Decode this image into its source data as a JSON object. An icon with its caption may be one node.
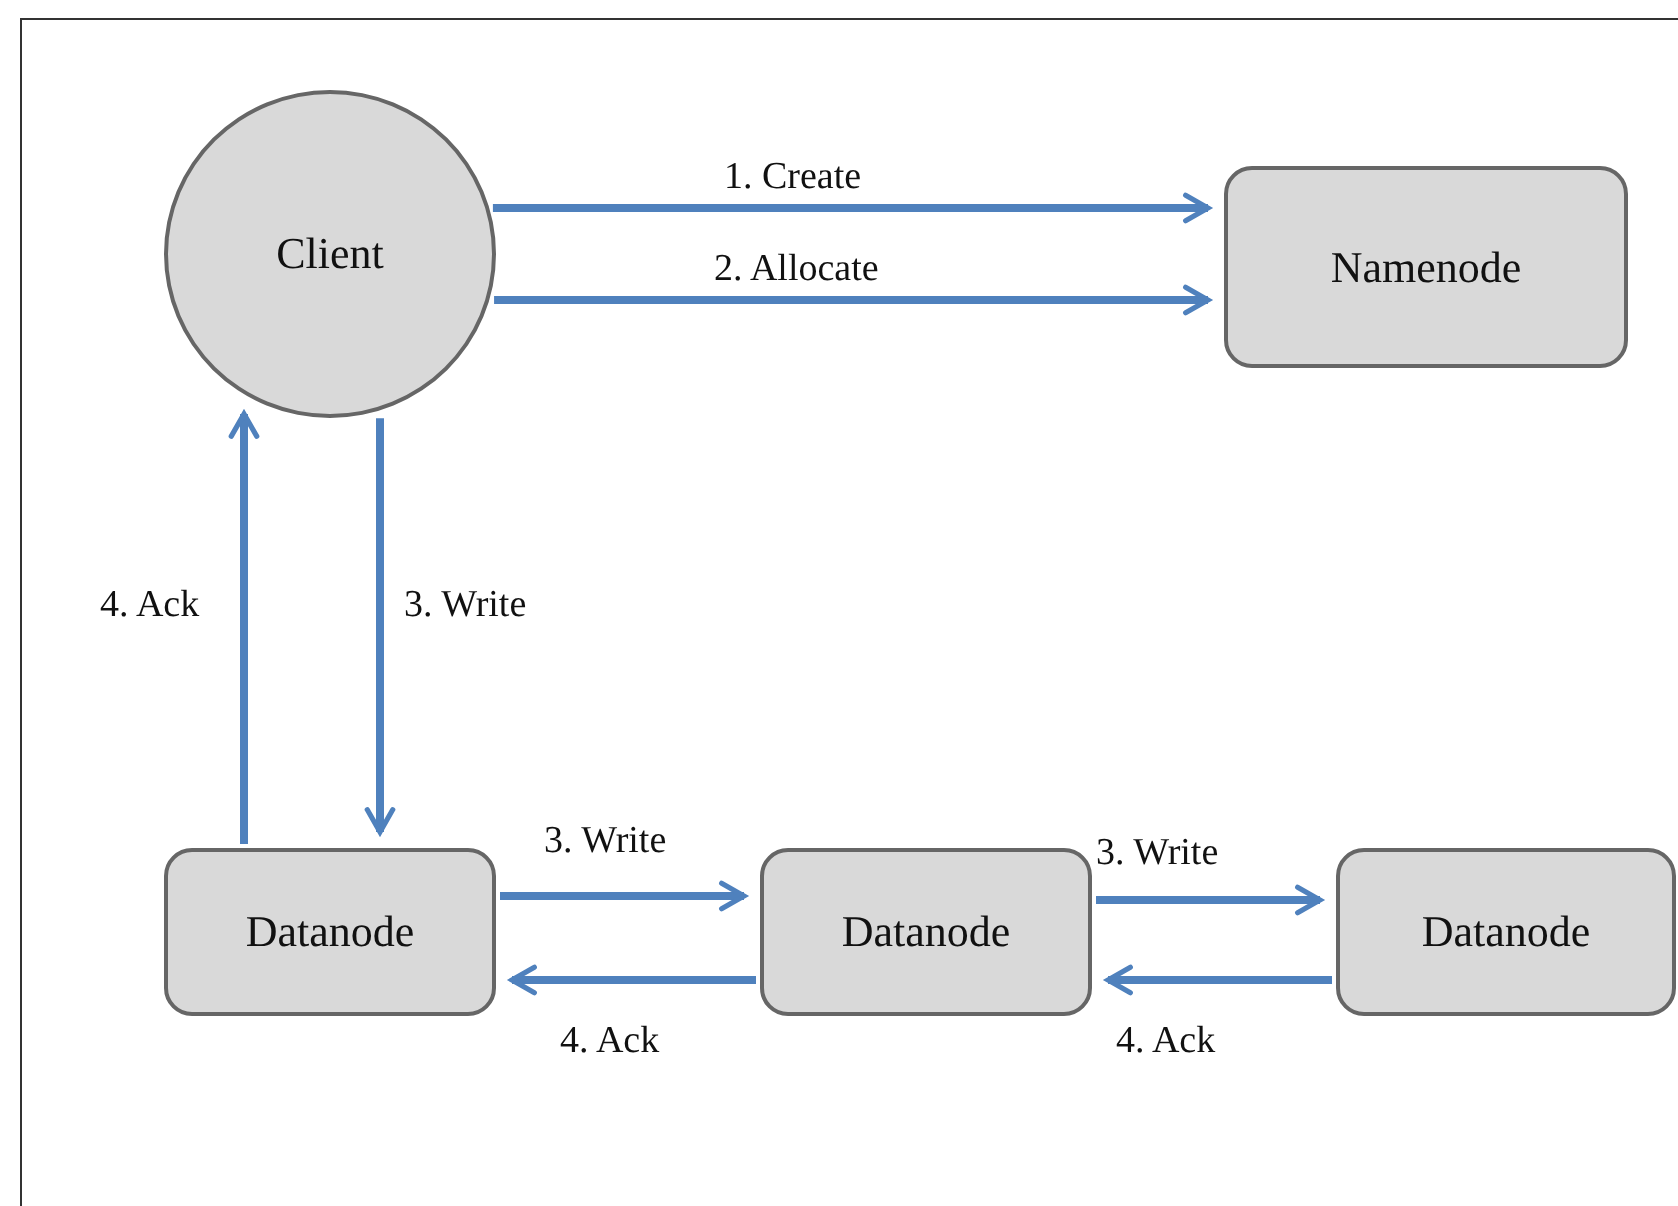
{
  "diagram": {
    "nodes": [
      {
        "text": [
          "Client"
        ]
      },
      {
        "text": [
          "Namenode"
        ]
      },
      {
        "text": [
          "Datanode"
        ]
      },
      {
        "text": [
          "Datanode"
        ]
      },
      {
        "text": [
          "Datanode"
        ]
      }
    ],
    "edges": [
      {
        "from": 0,
        "to": 1,
        "arrow": "to",
        "label": "1. Create"
      },
      {
        "from": 0,
        "to": 1,
        "arrow": "to",
        "label": "2. Allocate"
      },
      {
        "from": 0,
        "to": 2,
        "arrow": "to",
        "label": "3. Write"
      },
      {
        "from": 2,
        "to": 0,
        "arrow": "to",
        "label": "4. Ack"
      },
      {
        "from": 2,
        "to": 3,
        "arrow": "to",
        "label": "3. Write"
      },
      {
        "from": 3,
        "to": 2,
        "arrow": "to",
        "label": "4. Ack"
      },
      {
        "from": 3,
        "to": 4,
        "arrow": "to",
        "label": "3. Write"
      },
      {
        "from": 4,
        "to": 3,
        "arrow": "to",
        "label": "4. Ack"
      }
    ]
  }
}
